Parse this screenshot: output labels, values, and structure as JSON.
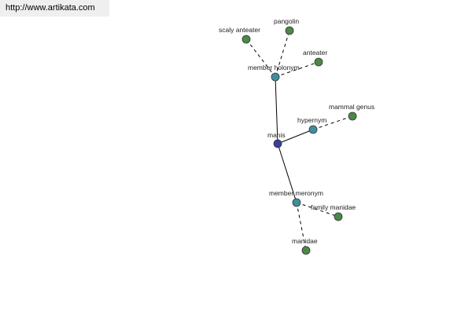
{
  "watermark": "http://www.artikata.com",
  "graph": {
    "nodes": [
      {
        "id": "manis",
        "label": "manis",
        "kind": "root",
        "color": "#3b3f9a"
      },
      {
        "id": "member_holonym",
        "label": "member holonym",
        "kind": "relation",
        "color": "#3f8f9e"
      },
      {
        "id": "hypernym",
        "label": "hypernym",
        "kind": "relation",
        "color": "#3f8f9e"
      },
      {
        "id": "member_meronym",
        "label": "member meronym",
        "kind": "relation",
        "color": "#3f8f9e"
      },
      {
        "id": "scaly_anteater",
        "label": "scaly anteater",
        "kind": "term",
        "color": "#4a8a45"
      },
      {
        "id": "pangolin",
        "label": "pangolin",
        "kind": "term",
        "color": "#4a8a45"
      },
      {
        "id": "anteater",
        "label": "anteater",
        "kind": "term",
        "color": "#4a8a45"
      },
      {
        "id": "mammal_genus",
        "label": "mammal genus",
        "kind": "term",
        "color": "#4a8a45"
      },
      {
        "id": "family_manidae",
        "label": "family manidae",
        "kind": "term",
        "color": "#4a8a45"
      },
      {
        "id": "manidae",
        "label": "manidae",
        "kind": "term",
        "color": "#4a8a45"
      }
    ],
    "edges": [
      {
        "from": "manis",
        "to": "member_holonym",
        "style": "solid"
      },
      {
        "from": "manis",
        "to": "hypernym",
        "style": "solid"
      },
      {
        "from": "manis",
        "to": "member_meronym",
        "style": "solid"
      },
      {
        "from": "member_holonym",
        "to": "scaly_anteater",
        "style": "dashed"
      },
      {
        "from": "member_holonym",
        "to": "pangolin",
        "style": "dashed"
      },
      {
        "from": "member_holonym",
        "to": "anteater",
        "style": "dashed"
      },
      {
        "from": "hypernym",
        "to": "mammal_genus",
        "style": "dashed"
      },
      {
        "from": "member_meronym",
        "to": "family_manidae",
        "style": "dashed"
      },
      {
        "from": "member_meronym",
        "to": "manidae",
        "style": "dashed"
      }
    ]
  }
}
